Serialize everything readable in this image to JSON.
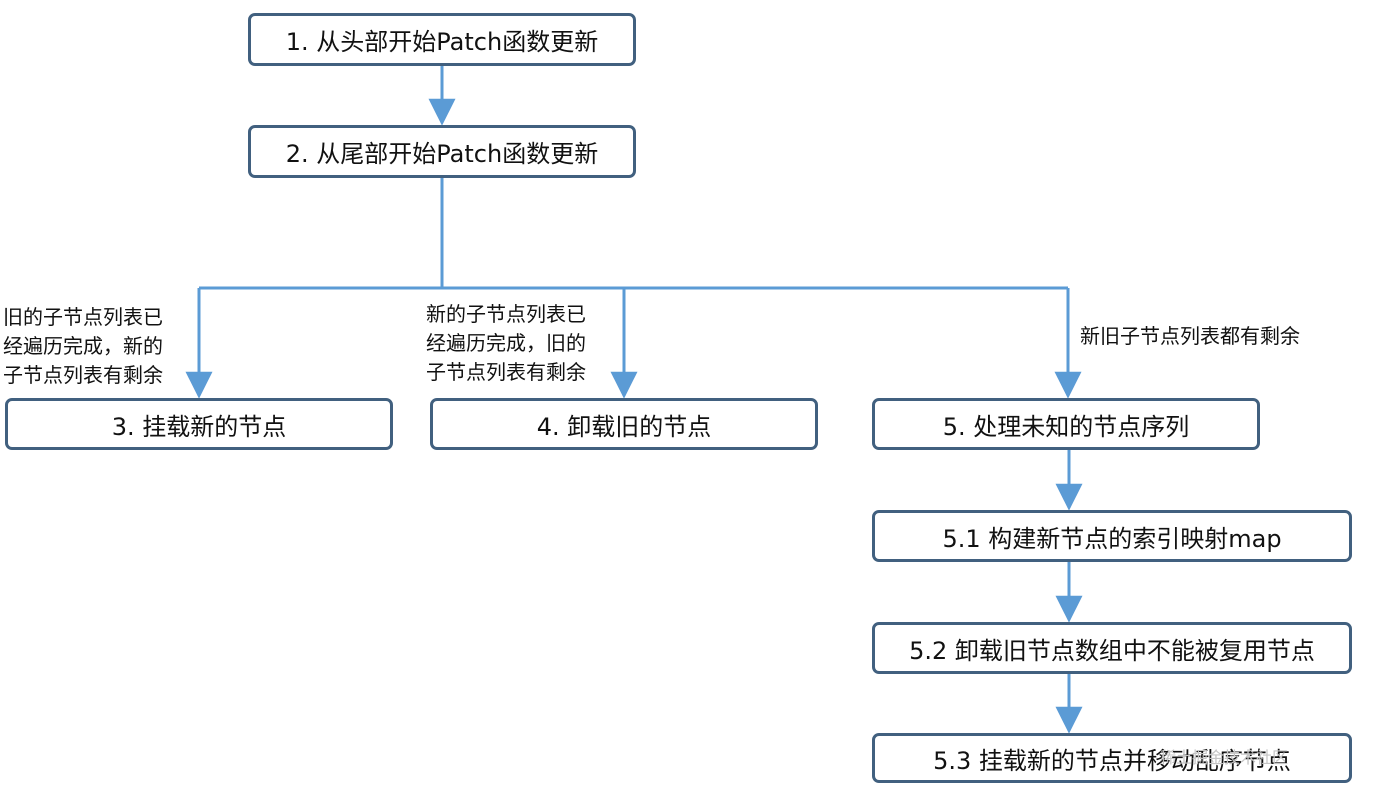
{
  "diagram": {
    "nodes": {
      "step1": "1. 从头部开始Patch函数更新",
      "step2": "2. 从尾部开始Patch函数更新",
      "step3": "3. 挂载新的节点",
      "step4": "4. 卸载旧的节点",
      "step5": "5. 处理未知的节点序列",
      "step5_1": "5.1 构建新节点的索引映射map",
      "step5_2": "5.2 卸载旧节点数组中不能被复用节点",
      "step5_3": "5.3 挂载新的节点并移动乱序节点"
    },
    "edge_labels": {
      "to_step3": [
        "旧的子节点列表已",
        "经遍历完成，新的",
        "子节点列表有剩余"
      ],
      "to_step4": [
        "新的子节点列表已",
        "经遍历完成，旧的",
        "子节点列表有剩余"
      ],
      "to_step5": [
        "新旧子节点列表都有剩余"
      ]
    },
    "watermark": "稀土掘金技术社区"
  },
  "colors": {
    "node_border": "#41607f",
    "edge": "#5b9bd5",
    "text": "#111111"
  }
}
